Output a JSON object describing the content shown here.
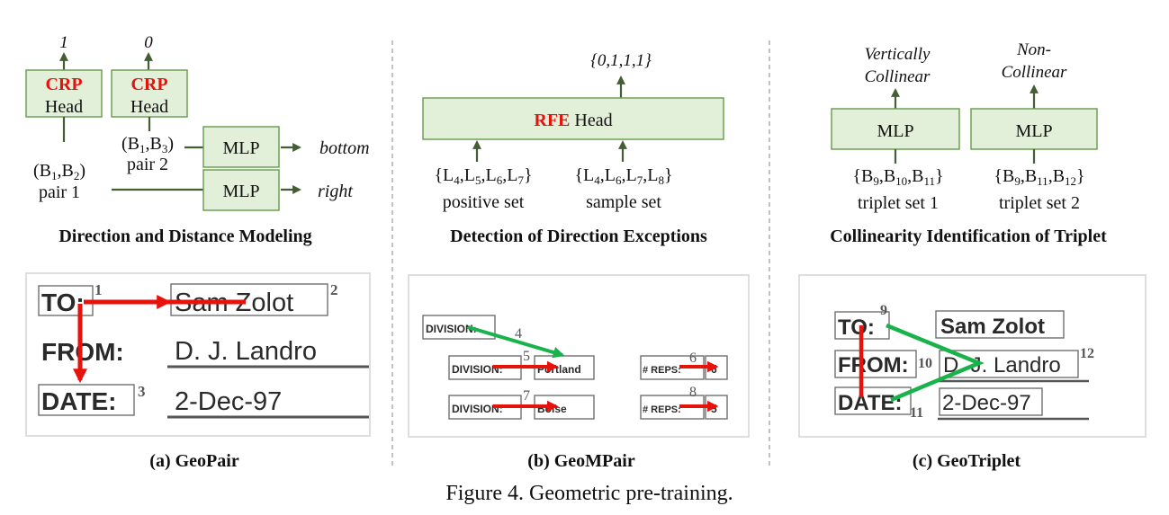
{
  "caption": "Figure 4. Geometric pre-training.",
  "panel_a": {
    "out1": "1",
    "out0": "0",
    "crp": "CRP",
    "head": "Head",
    "pair2_tuple": "(B1,B3)",
    "pair2": "pair 2",
    "pair1_tuple": "(B1,B2)",
    "pair1": "pair 1",
    "mlp": "MLP",
    "bottom": "bottom",
    "right": "right",
    "title": "Direction and Distance Modeling",
    "doc_to": "TO:",
    "doc_name": "Sam Zolot",
    "doc_from": "FROM:",
    "doc_from_val": "D. J. Landro",
    "doc_date": "DATE:",
    "doc_date_val": "2-Dec-97",
    "n1": "1",
    "n2": "2",
    "n3": "3",
    "subcaption": "(a) GeoPair"
  },
  "panel_b": {
    "output": "{0,1,1,1}",
    "rfe": "RFE",
    "head": "Head",
    "pos_set": "{L4,L5,L6,L7}",
    "pos_label": "positive set",
    "samp_set": "{L4,L6,L7,L8}",
    "samp_label": "sample set",
    "title": "Detection of Direction Exceptions",
    "division": "DIVISION:",
    "portland": "Portland",
    "boise": "Boise",
    "reps": "# REPS:",
    "six": "6",
    "five": "5",
    "n4": "4",
    "n5": "5",
    "n6": "6",
    "n7": "7",
    "n8": "8",
    "subcaption": "(b) GeoMPair"
  },
  "panel_c": {
    "out1a": "Vertically",
    "out1b": "Collinear",
    "out2a": "Non-",
    "out2b": "Collinear",
    "mlp": "MLP",
    "set1": "{B9,B10,B11}",
    "set1_label": "triplet set 1",
    "set2": "{B9,B11,B12}",
    "set2_label": "triplet set 2",
    "title": "Collinearity Identification of Triplet",
    "doc_to": "TO:",
    "doc_name": "Sam Zolot",
    "doc_from": "FROM:",
    "doc_from_val": "D. J. Landro",
    "doc_date": "DATE:",
    "doc_date_val": "2-Dec-97",
    "n9": "9",
    "n10": "10",
    "n11": "11",
    "n12": "12",
    "subcaption": "(c) GeoTriplet"
  },
  "colors": {
    "green_box": "#e2efd9",
    "green_line": "#445e34",
    "red": "#e8120c",
    "green_arrow": "#19b24b"
  }
}
